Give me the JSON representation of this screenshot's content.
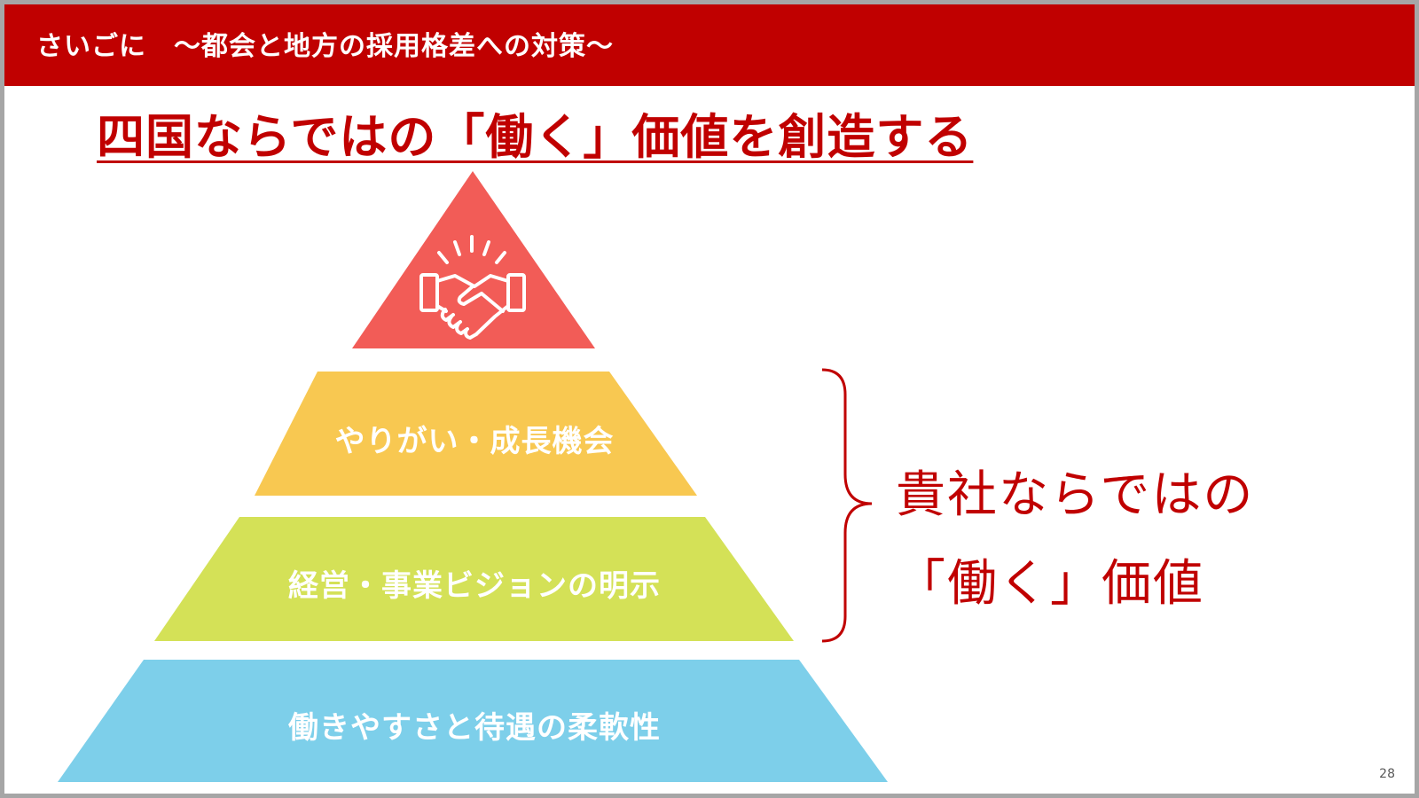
{
  "header": {
    "title": "さいごに　～都会と地方の採用格差への対策～",
    "color": "#c00000"
  },
  "heading": "四国ならではの「働く」価値を創造する",
  "pyramid": {
    "top_icon": "handshake-icon",
    "tiers": [
      {
        "label": "やりがい・成長機会",
        "color": "#f8c851"
      },
      {
        "label": "経営・事業ビジョンの明示",
        "color": "#d4e157"
      },
      {
        "label": "働きやすさと待遇の柔軟性",
        "color": "#7dcfea"
      }
    ],
    "top_color": "#f25c57"
  },
  "side_note": {
    "line1": "貴社ならではの",
    "line2": "「働く」価値"
  },
  "page_number": "28"
}
